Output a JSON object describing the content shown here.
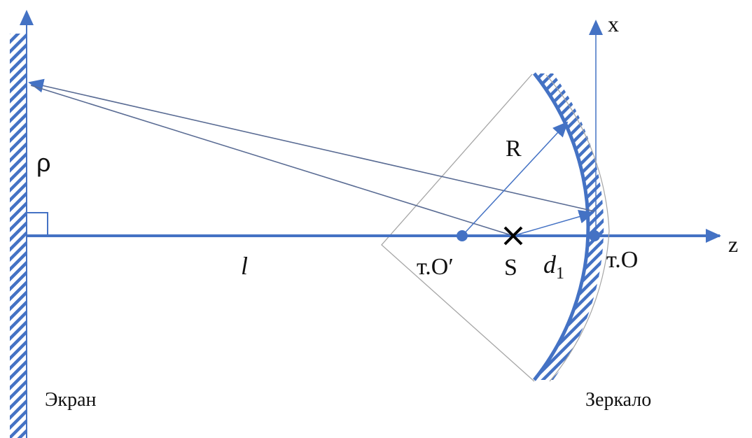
{
  "labels": {
    "rho": "ρ",
    "l": "l",
    "point_o_prime": "т.O′",
    "source": "S",
    "d1_main": "d",
    "d1_sub": "1",
    "point_o": "т.O",
    "axis_x": "x",
    "axis_z": "z",
    "radius": "R",
    "screen": "Экран",
    "mirror": "Зеркало"
  },
  "colors": {
    "primary": "#4472c4",
    "ray": "#5a6c94",
    "sector": "#a6a6a6",
    "text": "#111111"
  }
}
